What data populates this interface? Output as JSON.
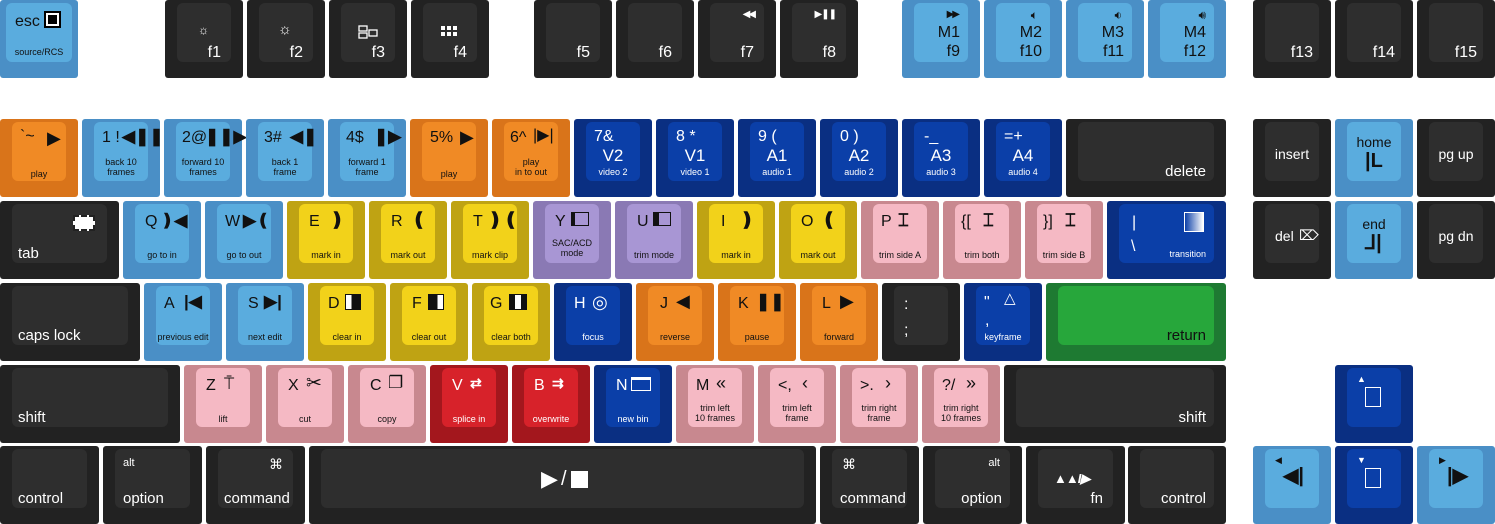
{
  "keyboard": {
    "function_row": {
      "esc": {
        "label": "esc",
        "sub": "source/RCS"
      },
      "f1": {
        "label": "f1"
      },
      "f2": {
        "label": "f2"
      },
      "f3": {
        "label": "f3"
      },
      "f4": {
        "label": "f4"
      },
      "f5": {
        "label": "f5"
      },
      "f6": {
        "label": "f6"
      },
      "f7": {
        "label": "f7"
      },
      "f8": {
        "label": "f8"
      },
      "f9": {
        "label": "f9",
        "top": "M1"
      },
      "f10": {
        "label": "f10",
        "top": "M2"
      },
      "f11": {
        "label": "f11",
        "top": "M3"
      },
      "f12": {
        "label": "f12",
        "top": "M4"
      },
      "f13": {
        "label": "f13"
      },
      "f14": {
        "label": "f14"
      },
      "f15": {
        "label": "f15"
      }
    },
    "number_row": {
      "grave": {
        "chars": "`~",
        "sub": "play"
      },
      "k1": {
        "chars": "1 !",
        "sub": "back 10\nframes"
      },
      "k2": {
        "chars": "2@",
        "sub": "forward 10\nframes"
      },
      "k3": {
        "chars": "3#",
        "sub": "back 1\nframe"
      },
      "k4": {
        "chars": "4$",
        "sub": "forward 1\nframe"
      },
      "k5": {
        "chars": "5%",
        "sub": "play"
      },
      "k6": {
        "chars": "6^",
        "sub": "play\nin to out"
      },
      "k7": {
        "chars": "7&",
        "big": "V2",
        "sub": "video 2"
      },
      "k8": {
        "chars": "8 *",
        "big": "V1",
        "sub": "video 1"
      },
      "k9": {
        "chars": "9 (",
        "big": "A1",
        "sub": "audio 1"
      },
      "k0": {
        "chars": "0 )",
        "big": "A2",
        "sub": "audio 2"
      },
      "minus": {
        "chars": "-_",
        "big": "A3",
        "sub": "audio 3"
      },
      "equals": {
        "chars": "=+",
        "big": "A4",
        "sub": "audio 4"
      },
      "delete": {
        "label": "delete"
      }
    },
    "top_row": {
      "tab": {
        "label": "tab"
      },
      "q": {
        "char": "Q",
        "sub": "go to in"
      },
      "w": {
        "char": "W",
        "sub": "go to out"
      },
      "e": {
        "char": "E",
        "sub": "mark in"
      },
      "r": {
        "char": "R",
        "sub": "mark out"
      },
      "t": {
        "char": "T",
        "sub": "mark clip"
      },
      "y": {
        "char": "Y",
        "sub": "SAC/ACD\nmode"
      },
      "u": {
        "char": "U",
        "sub": "trim mode"
      },
      "i": {
        "char": "I",
        "sub": "mark in"
      },
      "o": {
        "char": "O",
        "sub": "mark out"
      },
      "p": {
        "char": "P",
        "sub": "trim side A"
      },
      "lbracket": {
        "char": "{[",
        "sub": "trim both"
      },
      "rbracket": {
        "char": "}]",
        "sub": "trim side B"
      },
      "backslash": {
        "top": "|",
        "bottom": "\\",
        "sub": "transition"
      }
    },
    "home_row": {
      "caps": {
        "label": "caps lock"
      },
      "a": {
        "char": "A",
        "sub": "previous edit"
      },
      "s": {
        "char": "S",
        "sub": "next edit"
      },
      "d": {
        "char": "D",
        "sub": "clear in"
      },
      "f": {
        "char": "F",
        "sub": "clear out"
      },
      "g": {
        "char": "G",
        "sub": "clear both"
      },
      "h": {
        "char": "H",
        "sub": "focus"
      },
      "j": {
        "char": "J",
        "sub": "reverse"
      },
      "k": {
        "char": "K",
        "sub": "pause"
      },
      "l": {
        "char": "L",
        "sub": "forward"
      },
      "semicolon": {
        "top": ":",
        "bottom": ";"
      },
      "quote": {
        "top": "\"",
        "bottom": ",",
        "sub": "keyframe"
      },
      "return": {
        "label": "return"
      }
    },
    "bottom_row": {
      "lshift": {
        "label": "shift"
      },
      "z": {
        "char": "Z",
        "sub": "lift"
      },
      "x": {
        "char": "X",
        "sub": "cut"
      },
      "c": {
        "char": "C",
        "sub": "copy"
      },
      "v": {
        "char": "V",
        "sub": "splice in"
      },
      "b": {
        "char": "B",
        "sub": "overwrite"
      },
      "n": {
        "char": "N",
        "sub": "new bin"
      },
      "m": {
        "char": "M",
        "sub": "trim left\n10 frames"
      },
      "comma": {
        "char": "<,",
        "sub": "trim left\nframe"
      },
      "period": {
        "char": ">.",
        "sub": "trim right\nframe"
      },
      "slash": {
        "char": "?/",
        "sub": "trim right\n10 frames"
      },
      "rshift": {
        "label": "shift"
      }
    },
    "modifier_row": {
      "lcontrol": {
        "label": "control"
      },
      "loption": {
        "label": "option",
        "top": "alt"
      },
      "lcommand": {
        "label": "command",
        "top": "⌘"
      },
      "space": {
        "label": "/"
      },
      "rcommand": {
        "label": "command",
        "top": "⌘"
      },
      "roption": {
        "label": "option",
        "top": "alt"
      },
      "fn": {
        "label": "fn"
      },
      "rcontrol": {
        "label": "control"
      }
    },
    "nav_cluster": {
      "insert": {
        "label": "insert"
      },
      "home": {
        "label": "home"
      },
      "pgup": {
        "label": "pg up"
      },
      "del": {
        "label": "del"
      },
      "end": {
        "label": "end"
      },
      "pgdn": {
        "label": "pg dn"
      }
    },
    "colors": {
      "dark_key": "#222222",
      "light_blue": "#4a8fc6",
      "orange": "#d9741a",
      "navy": "#0a2f82",
      "yellow": "#bfa313",
      "lavender": "#8a79b4",
      "pink": "#c8888f",
      "red": "#a3171d",
      "green": "#1e7a32"
    }
  }
}
